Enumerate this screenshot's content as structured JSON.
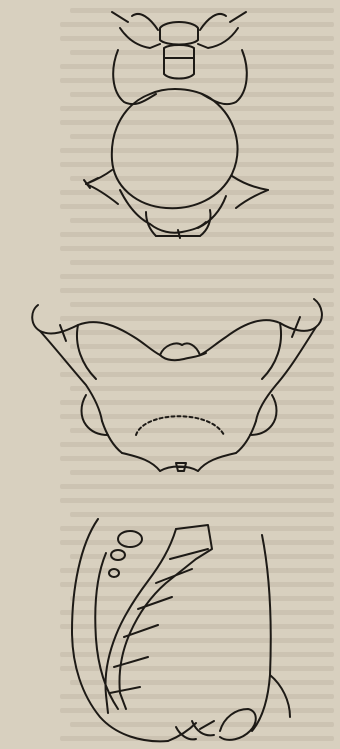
{
  "page": {
    "kind": "scanned book page with three line drawings",
    "ink_color": "#1d1a16",
    "paper_color": "#d8d0bf"
  },
  "figures": [
    {
      "name": "pelvis-front-view"
    },
    {
      "name": "pelvis-top-view"
    },
    {
      "name": "pelvis-side-section"
    }
  ]
}
